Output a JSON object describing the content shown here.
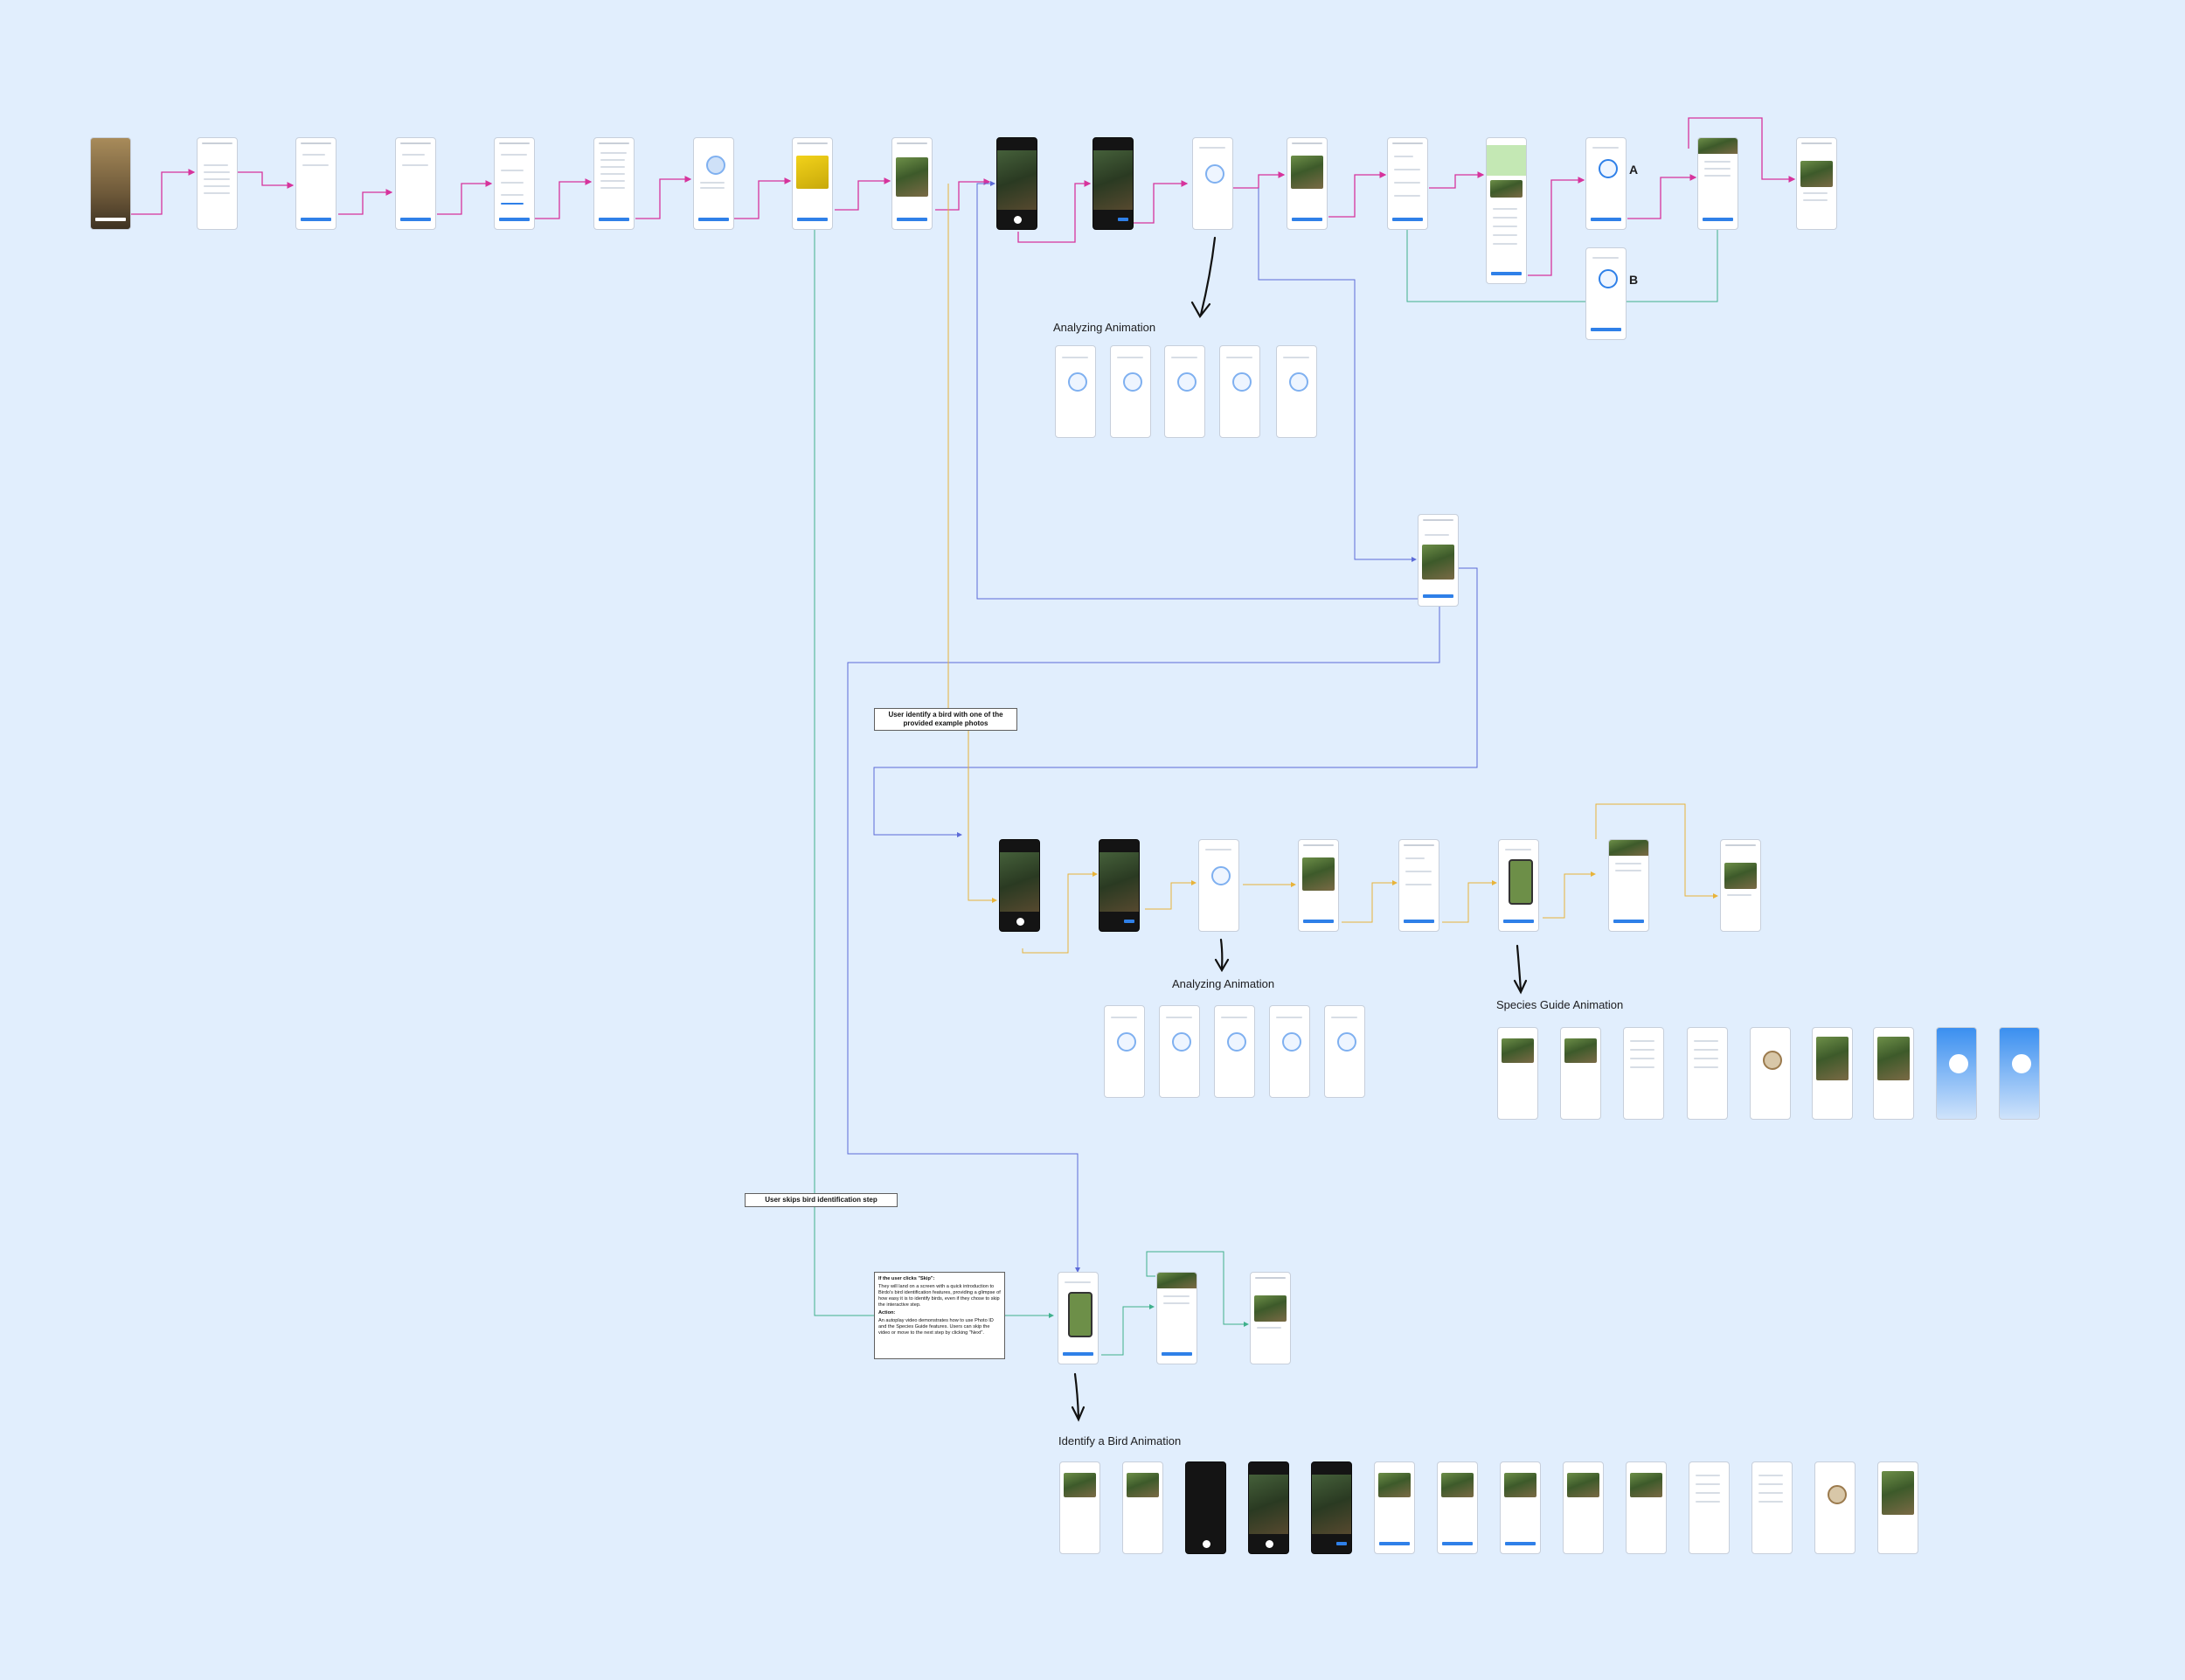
{
  "labels": {
    "analyzing_1": "Analyzing Animation",
    "analyzing_2": "Analyzing Animation",
    "species_guide": "Species Guide Animation",
    "identify_bird": "Identify a Bird Animation",
    "variant_a": "A",
    "variant_b": "B"
  },
  "notes": {
    "example_photo": "User identify a bird with one of the provided example photos",
    "skip": "User skips bird identification step",
    "skip_detail_title": "If the user clicks \"Skip\":",
    "skip_detail_body": "They will land on a screen with a quick introduction to Birdo's bird identification features, providing a glimpse of how easy it is to identify birds, even if they chose to skip the interactive step.",
    "skip_action_title": "Action:",
    "skip_action_body": "An autoplay video demonstrates how to use Photo ID and the Species Guide features. Users can skip the video or move to the next step by clicking \"Next\"."
  },
  "colors": {
    "background": "#e1eefd",
    "flow_main": "#d6339c",
    "flow_example": "#e8b339",
    "flow_retry": "#5c6bd8",
    "flow_skip": "#3fb08c",
    "accent_button": "#2f80e8"
  }
}
